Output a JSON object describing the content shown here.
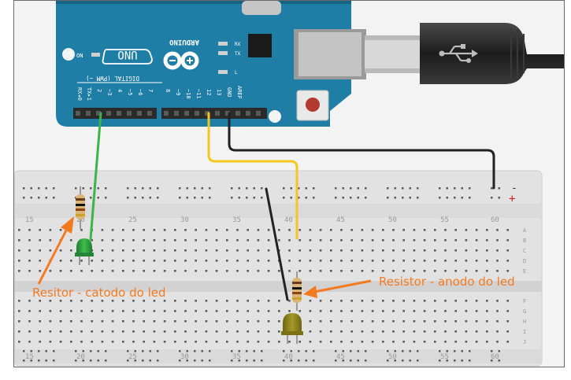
{
  "arduino": {
    "brand": "ARDUINO",
    "model": "UNO",
    "on_label": "ON",
    "rx_label": "RX",
    "tx_label": "TX",
    "l_label": "L",
    "digital_label": "DIGITAL (PWM ~)",
    "pin_labels": [
      "RX◂0",
      "TX▸1",
      "2",
      "~3",
      "4",
      "~5",
      "~6",
      "7",
      "8",
      "~9",
      "~10",
      "~11",
      "12",
      "13",
      "GND",
      "AREF"
    ],
    "colors": {
      "board": "#1f7ea6",
      "board_dark": "#156485"
    }
  },
  "usb": {
    "icon": "usb-icon"
  },
  "breadboard": {
    "rail_signs": {
      "minus": "-",
      "plus": "+"
    },
    "column_numbers": [
      "15",
      "20",
      "25",
      "30",
      "35",
      "40",
      "45",
      "50",
      "55",
      "60"
    ],
    "row_letters": [
      "A",
      "B",
      "C",
      "D",
      "E",
      "F",
      "G",
      "H",
      "I",
      "J"
    ]
  },
  "wires": {
    "green": "#39b54a",
    "yellow": "#f2c81b",
    "black": "#222222"
  },
  "annotations": {
    "left_label": "Resitor - catodo do led",
    "right_label": "Resistor - anodo do led",
    "color": "#f47a20"
  }
}
